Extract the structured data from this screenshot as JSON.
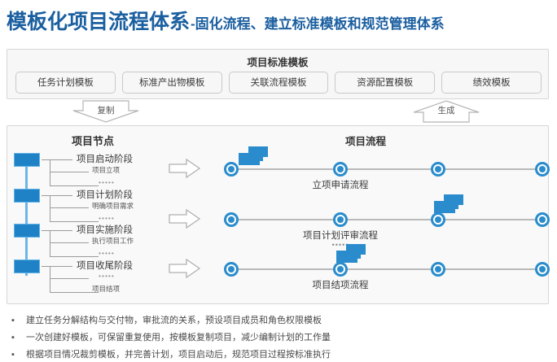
{
  "title": {
    "main": "模板化项目流程体系",
    "sub": "-固化流程、建立标准模板和规范管理体系",
    "color": "#1b5fa0"
  },
  "template_panel": {
    "heading": "项目标准模板",
    "buttons": [
      "任务计划模板",
      "标准产出物模板",
      "关联流程模板",
      "资源配置模板",
      "绩效模板"
    ]
  },
  "connectors": [
    {
      "label": "复制",
      "direction": "down"
    },
    {
      "label": "生成",
      "direction": "up"
    }
  ],
  "main_panel": {
    "nodes_heading": "项目节点",
    "flows_heading": "项目流程",
    "nodes": [
      {
        "title": "项目启动阶段",
        "sub": "项目立项",
        "dots": "•••••",
        "sub_first": true
      },
      {
        "title": "项目计划阶段",
        "sub": "明确项目需求",
        "dots": "•••••",
        "sub_first": true
      },
      {
        "title": "项目实施阶段",
        "sub": "执行项目工作",
        "dots": "•••••",
        "sub_first": true
      },
      {
        "title": "项目收尾阶段",
        "sub": "项目结项",
        "dots": "•••••",
        "sub_first": false
      }
    ],
    "flows": [
      {
        "label": "立项申请流程",
        "dots": "",
        "card_at": 0,
        "label_at": 1
      },
      {
        "label": "项目计划评审流程",
        "dots": "•••••",
        "card_at": 2,
        "label_at": 1
      },
      {
        "label": "项目结项流程",
        "dots": "",
        "card_at": 1,
        "label_at": 1
      }
    ],
    "milestone_count": 4
  },
  "bullets": [
    {
      "marker": "▪",
      "text": "建立任务分解结构与交付物，审批流的关系，预设项目成员和角色权限模板"
    },
    {
      "marker": "▪",
      "text": "一次创建好模板，可保留重复使用，按模板复制项目，减少编制计划的工作量"
    },
    {
      "marker": "▪",
      "text": "根据项目情况裁剪模板，并完善计划，项目启动后，规范项目过程按标准执行"
    }
  ],
  "colors": {
    "accent_blue": "#2a8ccd",
    "node_blue": "#2082c6",
    "title_blue": "#1b5fa0",
    "panel_bg": "#f9f9f9",
    "panel_border": "#d6d6d6"
  }
}
